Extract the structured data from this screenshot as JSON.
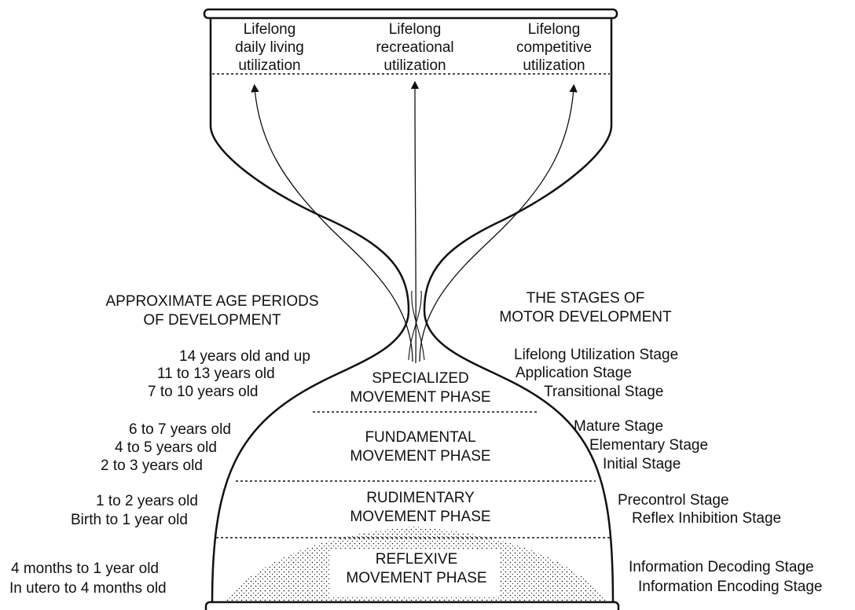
{
  "top_outcomes": [
    {
      "line1": "Lifelong",
      "line2": "daily living",
      "line3": "utilization"
    },
    {
      "line1": "Lifelong",
      "line2": "recreational",
      "line3": "utilization"
    },
    {
      "line1": "Lifelong",
      "line2": "competitive",
      "line3": "utilization"
    }
  ],
  "left_heading": {
    "line1": "APPROXIMATE AGE PERIODS",
    "line2": "OF DEVELOPMENT"
  },
  "right_heading": {
    "line1": "THE STAGES OF",
    "line2": "MOTOR DEVELOPMENT"
  },
  "phases": [
    {
      "line1": "SPECIALIZED",
      "line2": "MOVEMENT PHASE",
      "ages": [
        "14 years old and up",
        "11 to 13 years old",
        "7 to 10 years old"
      ],
      "stages": [
        "Lifelong Utilization Stage",
        "Application Stage",
        "Transitional Stage"
      ]
    },
    {
      "line1": "FUNDAMENTAL",
      "line2": "MOVEMENT PHASE",
      "ages": [
        "6 to 7 years old",
        "4 to 5 years old",
        "2 to 3 years old"
      ],
      "stages": [
        "Mature Stage",
        "Elementary Stage",
        "Initial Stage"
      ]
    },
    {
      "line1": "RUDIMENTARY",
      "line2": "MOVEMENT PHASE",
      "ages": [
        "1 to 2 years old",
        "Birth to 1 year old"
      ],
      "stages": [
        "Precontrol Stage",
        "Reflex Inhibition Stage"
      ]
    },
    {
      "line1": "REFLEXIVE",
      "line2": "MOVEMENT PHASE",
      "ages": [
        "4 months to 1 year old",
        "In utero to 4 months old"
      ],
      "stages": [
        "Information Decoding Stage",
        "Information Encoding Stage"
      ]
    }
  ]
}
